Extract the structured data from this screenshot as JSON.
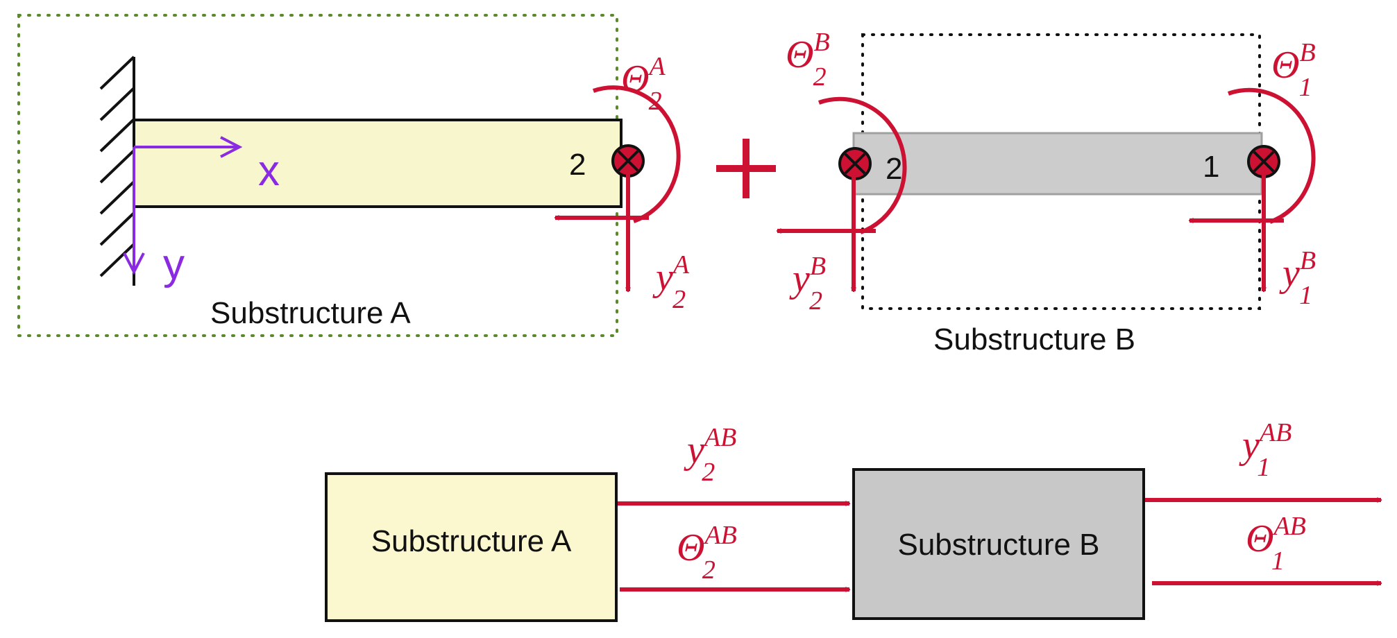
{
  "colors": {
    "red": "#cc1133",
    "purple": "#8a2be2",
    "beam_a_fill": "#f8f6cc",
    "beam_b_fill": "#cccccc",
    "box_a_fill": "#fbf8cf",
    "box_b_fill": "#c8c8c8",
    "green_dots": "#5a8a2a",
    "black": "#111111"
  },
  "top": {
    "substructure_a": {
      "label": "Substructure A",
      "node": "2",
      "axis_x": "x",
      "axis_y": "y",
      "rotation": {
        "base": "Θ",
        "sub": "2",
        "sup": "A"
      },
      "displacement": {
        "base": "y",
        "sub": "2",
        "sup": "A"
      }
    },
    "plus": "+",
    "substructure_b": {
      "label": "Substructure B",
      "node_left": "2",
      "node_right": "1",
      "rotation_left": {
        "base": "Θ",
        "sub": "2",
        "sup": "B"
      },
      "displacement_left": {
        "base": "y",
        "sub": "2",
        "sup": "B"
      },
      "rotation_right": {
        "base": "Θ",
        "sub": "1",
        "sup": "B"
      },
      "displacement_right": {
        "base": "y",
        "sub": "1",
        "sup": "B"
      }
    }
  },
  "bottom": {
    "box_a": "Substructure A",
    "box_b": "Substructure B",
    "y2": {
      "base": "y",
      "sub": "2",
      "sup": "AB"
    },
    "theta2": {
      "base": "Θ",
      "sub": "2",
      "sup": "AB"
    },
    "y1": {
      "base": "y",
      "sub": "1",
      "sup": "AB"
    },
    "theta1": {
      "base": "Θ",
      "sub": "1",
      "sup": "AB"
    }
  }
}
